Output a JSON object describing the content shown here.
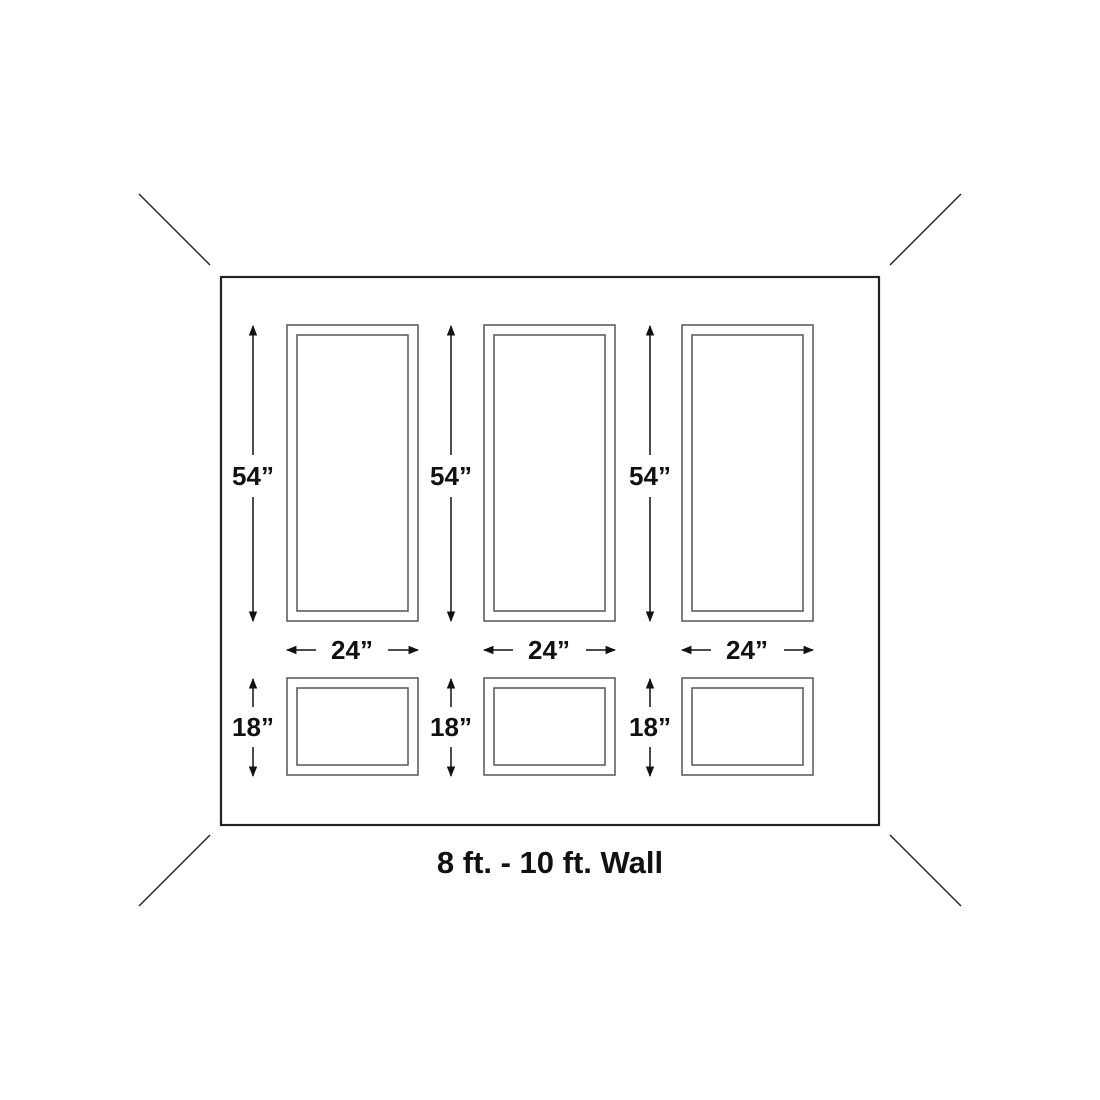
{
  "diagram": {
    "title": "8 ft. - 10 ft. Wall",
    "colors": {
      "line": "#222222",
      "panel_line": "#555555",
      "text": "#111111",
      "background": "#ffffff"
    },
    "columns": [
      {
        "top_panel": {
          "height_label": "54”",
          "width_label": "24”"
        },
        "bottom_panel": {
          "height_label": "18”"
        }
      },
      {
        "top_panel": {
          "height_label": "54”",
          "width_label": "24”"
        },
        "bottom_panel": {
          "height_label": "18”"
        }
      },
      {
        "top_panel": {
          "height_label": "54”",
          "width_label": "24”"
        },
        "bottom_panel": {
          "height_label": "18”"
        }
      }
    ]
  }
}
